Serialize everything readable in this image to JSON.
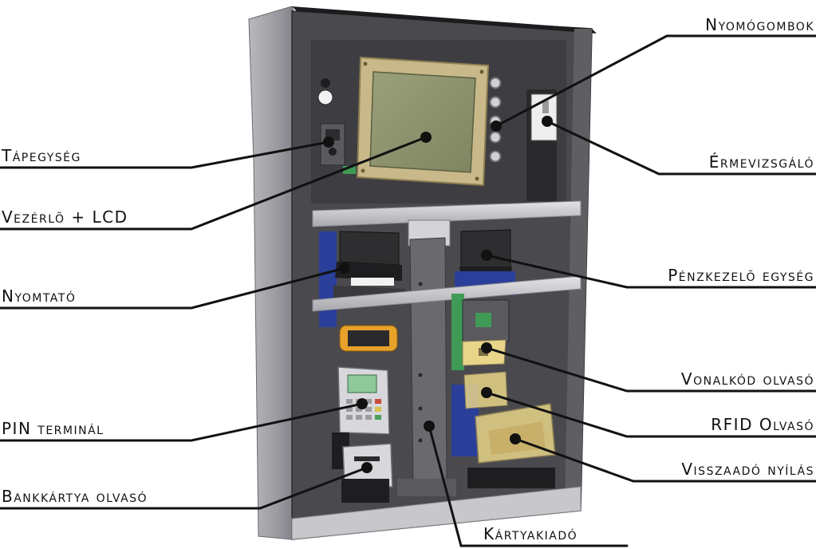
{
  "labels": {
    "tapegyseg": "Tápegység",
    "vezerlo_lcd": "Vezérlõ + LCD",
    "nyomtato": "Nyomtató",
    "pin_terminal": "PIN terminál",
    "bankkartya_olvaso": "Bankkártya olvasó",
    "kartyakiado": "Kártyakiadó",
    "nyomogombok": "Nyomógombok",
    "ermevizsgalo": "Érmevizsgáló",
    "penzkezelo_egyseg": "Pénzkezelõ egység",
    "vonalkod_olvaso": "Vonalkód olvasó",
    "rfid_olvaso": "RFID Olvasó",
    "visszaado_nyilas": "Visszaadó nyílás"
  },
  "colors": {
    "cabinet_side": "#9a9aa0",
    "cabinet_inner": "#4a4a4e",
    "frame_light": "#c8c8cc",
    "lcd_frame": "#c9b98a",
    "lcd_screen": "#8c9268",
    "green_pcb": "#3f9a55",
    "blue_module": "#2a3f9a",
    "yellow_glass": "#e8d58a",
    "orange_roll": "#e8a22a",
    "leader_line": "#111111"
  }
}
